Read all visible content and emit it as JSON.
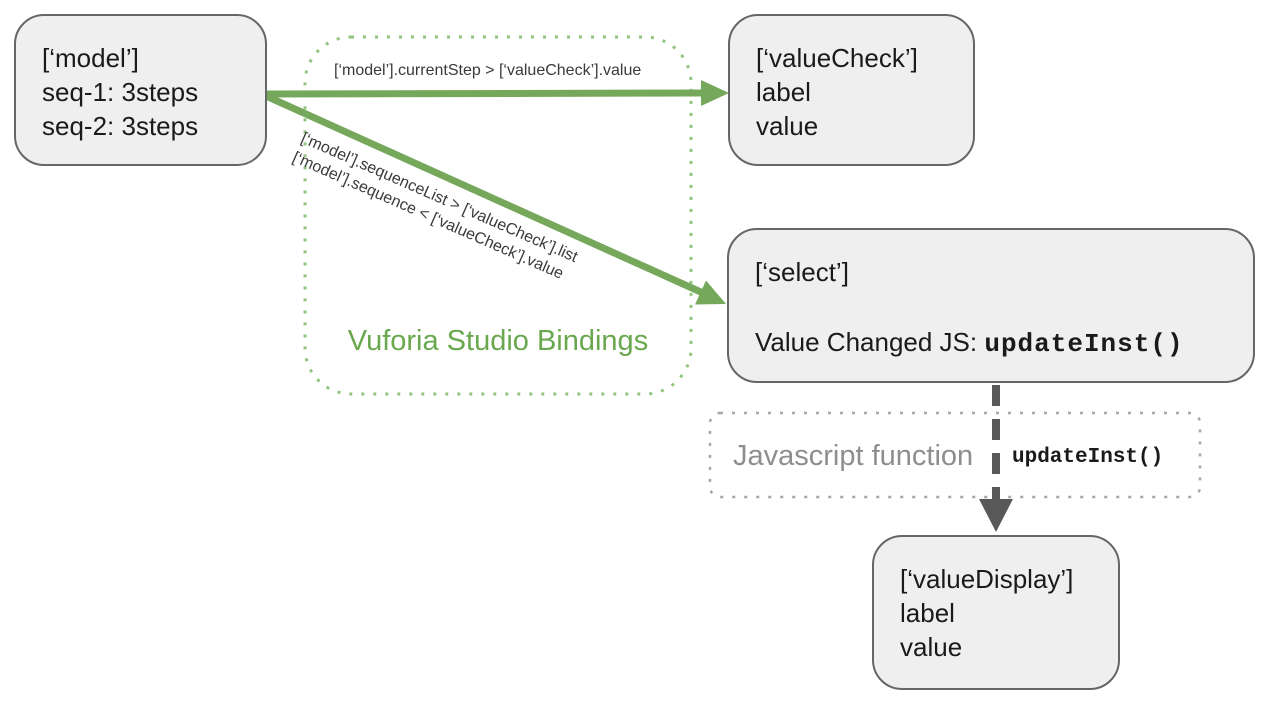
{
  "diagram_title": "Vuforia Studio Bindings",
  "nodes": {
    "model": {
      "title": "[‘model’]",
      "lines": [
        "seq-1: 3steps",
        "seq-2: 3steps"
      ]
    },
    "valueCheck": {
      "title": "[‘valueCheck’]",
      "lines": [
        "label",
        "value"
      ]
    },
    "select": {
      "title": "[‘select’]",
      "event_label": "Value Changed JS: ",
      "event_code": "updateInst()"
    },
    "valueDisplay": {
      "title": "[‘valueDisplay’]",
      "lines": [
        "label",
        "value"
      ]
    }
  },
  "bindings_group": {
    "label": "Vuforia Studio Bindings",
    "arrow1_label": "[‘model’].currentStep > [‘valueCheck’].value",
    "arrow2_label_line1": "[‘model’].sequenceList > [‘valueCheck’].list",
    "arrow2_label_line2": "[‘model’].sequence < [‘valueCheck’].value"
  },
  "js_function_group": {
    "label": "Javascript function",
    "code": "updateInst()"
  },
  "colors": {
    "green_arrow": "#76a85c",
    "green_text": "#6aa84f",
    "green_dotted": "#93c47d",
    "box_border": "#666666",
    "box_fill": "#efefef",
    "dashed_arrow": "#595959",
    "js_box_border": "#a6a6a6",
    "js_label_gray": "#8e8e8e",
    "text_dark": "#1a1a1a"
  }
}
